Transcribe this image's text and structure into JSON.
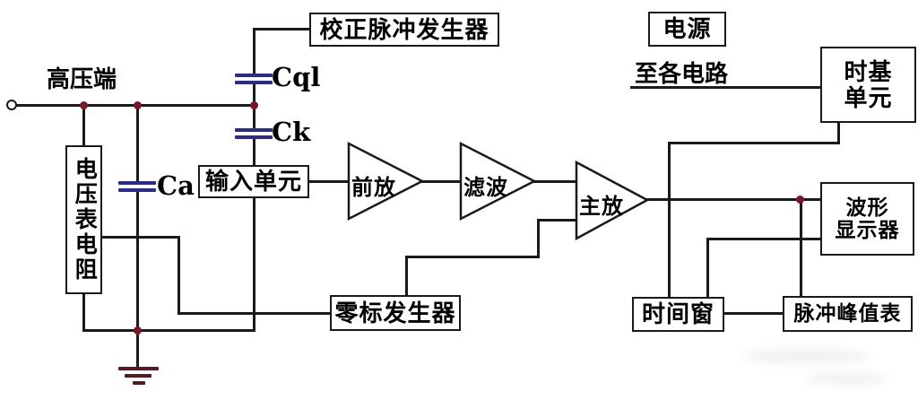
{
  "labels": {
    "high_voltage_terminal": "高压端",
    "to_all_circuits": "至各电路"
  },
  "capacitors": {
    "cql": "Cql",
    "ck": "Ck",
    "ca": "Ca"
  },
  "boxes": {
    "calibration_pulse_generator": "校正脉冲发生器",
    "input_unit": "输入单元",
    "zero_mark_generator": "零标发生器",
    "power_supply": "电源",
    "time_base_unit": {
      "line1": "时基",
      "line2": "单元"
    },
    "waveform_display": {
      "line1": "波形",
      "line2": "显示器"
    },
    "time_window": "时间窗",
    "pulse_peak_meter": "脉冲峰值表",
    "voltmeter_resistor": "电压表电阻"
  },
  "amplifiers": {
    "preamp": "前放",
    "filter": "滤波",
    "main_amp": "主放"
  },
  "colors": {
    "line": "#1a1a1a",
    "capacitor_plate": "#2b2b8f",
    "junction_dot": "#7d1427",
    "ground_symbol": "#5a1a22",
    "background": "#ffffff"
  }
}
